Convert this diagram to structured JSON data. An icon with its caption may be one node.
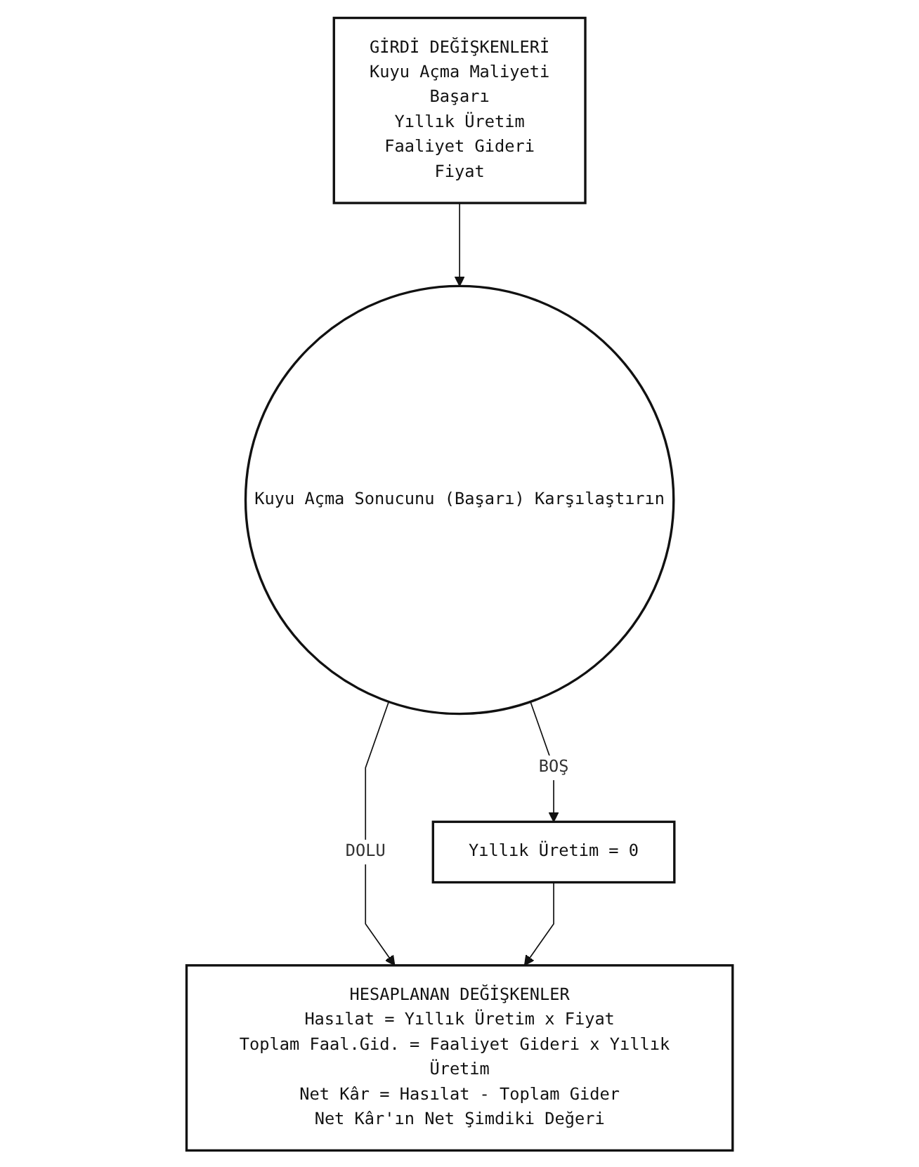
{
  "diagram": {
    "nodes": [
      {
        "text": [
          "GİRDİ DEĞİŞKENLERİ",
          "Kuyu Açma Maliyeti",
          "Başarı",
          "Yıllık Üretim",
          "Faaliyet Gideri",
          "Fiyat"
        ]
      },
      {
        "text": [
          "Kuyu Açma Sonucunu (Başarı) Karşılaştırın"
        ]
      },
      {
        "text": [
          "Yıllık Üretim = 0"
        ]
      },
      {
        "text": [
          "HESAPLANAN DEĞİŞKENLER",
          "Hasılat = Yıllık Üretim x Fiyat",
          "Toplam Faal.Gid. = Faaliyet Gideri x Yıllık Üretim",
          "Net Kâr = Hasılat - Toplam Gider",
          "Net Kâr'ın Net Şimdiki Değeri"
        ]
      }
    ],
    "edges": [
      {
        "from": 0,
        "to": 1,
        "arrow": "to"
      },
      {
        "from": 1,
        "to": 2,
        "label": "BOŞ",
        "arrow": "to"
      },
      {
        "from": 1,
        "to": 3,
        "label": "DOLU",
        "arrow": "to"
      },
      {
        "from": 2,
        "to": 3,
        "arrow": "to"
      }
    ]
  }
}
